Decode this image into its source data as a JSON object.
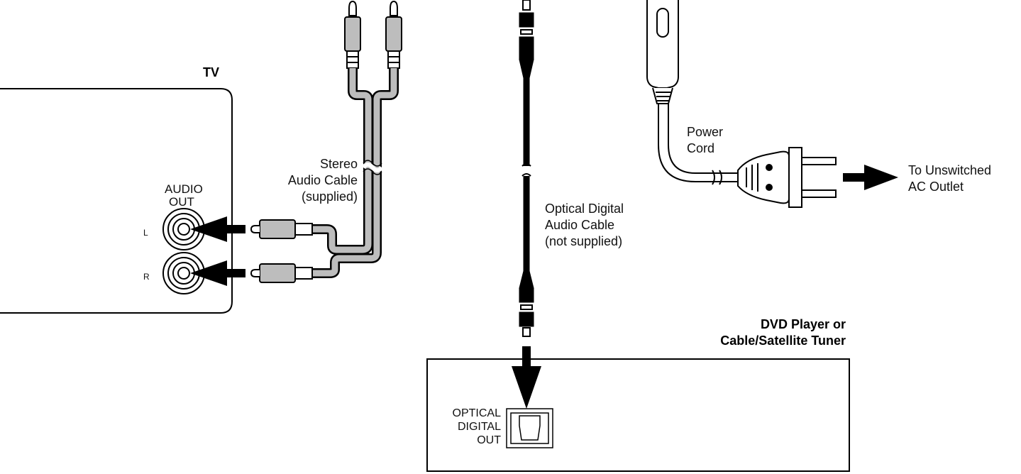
{
  "devices": {
    "tv": {
      "title": "TV",
      "port_label_line1": "AUDIO",
      "port_label_line2": "OUT",
      "left_label": "L",
      "right_label": "R"
    },
    "source": {
      "title_line1": "DVD Player or",
      "title_line2": "Cable/Satellite Tuner",
      "port_line1": "OPTICAL",
      "port_line2": "DIGITAL",
      "port_line3": "OUT"
    }
  },
  "cables": {
    "stereo": {
      "line1": "Stereo",
      "line2": "Audio Cable",
      "line3": "(supplied)"
    },
    "optical": {
      "line1": "Optical Digital",
      "line2": "Audio Cable",
      "line3": "(not supplied)"
    },
    "power": {
      "line1": "Power",
      "line2": "Cord"
    }
  },
  "outlet": {
    "line1": "To Unswitched",
    "line2": "AC Outlet"
  }
}
